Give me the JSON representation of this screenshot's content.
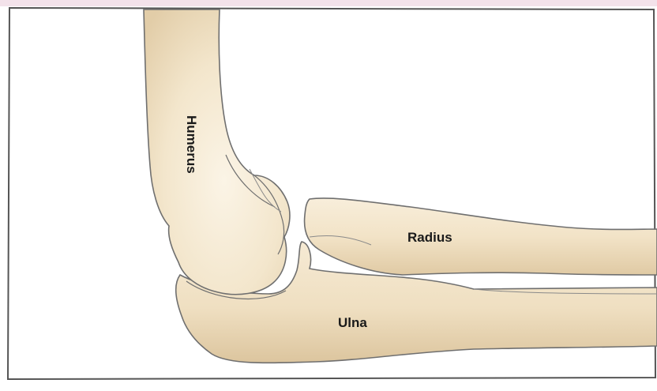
{
  "diagram": {
    "labels": {
      "humerus": "Humerus",
      "radius": "Radius",
      "ulna": "Ulna"
    }
  },
  "colors": {
    "bone_fill": "#efe0c4",
    "bone_highlight": "#fbf4e6",
    "bone_shadow": "#dcc6a0",
    "outline": "#6f6f6f",
    "frame": "#555555",
    "background": "#ffffff",
    "top_edge_tint": "#f3e2ea"
  }
}
